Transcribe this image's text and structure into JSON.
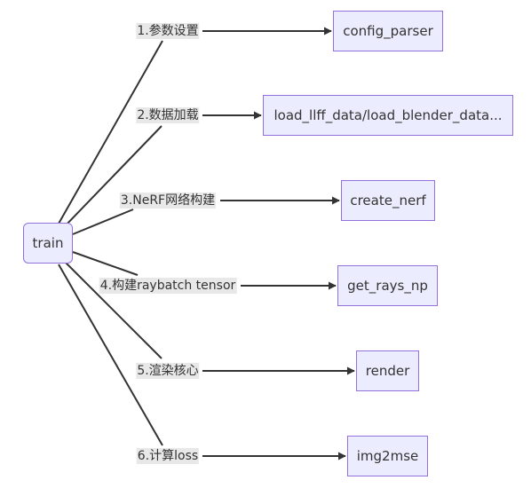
{
  "diagram": {
    "root": {
      "label": "train"
    },
    "steps": [
      {
        "label": "1.参数设置",
        "target": "config_parser"
      },
      {
        "label": "2.数据加载",
        "target": "load_llff_data/load_blender_data..."
      },
      {
        "label": "3.NeRF网络构建",
        "target": "create_nerf"
      },
      {
        "label": "4.构建raybatch tensor",
        "target": "get_rays_np"
      },
      {
        "label": "5.渲染核心",
        "target": "render"
      },
      {
        "label": "6.计算loss",
        "target": "img2mse"
      }
    ],
    "colors": {
      "node_fill": "#ececff",
      "node_border": "#9370db",
      "edge": "#333333",
      "label_bg": "#e8e8e8",
      "text": "#333333"
    }
  }
}
